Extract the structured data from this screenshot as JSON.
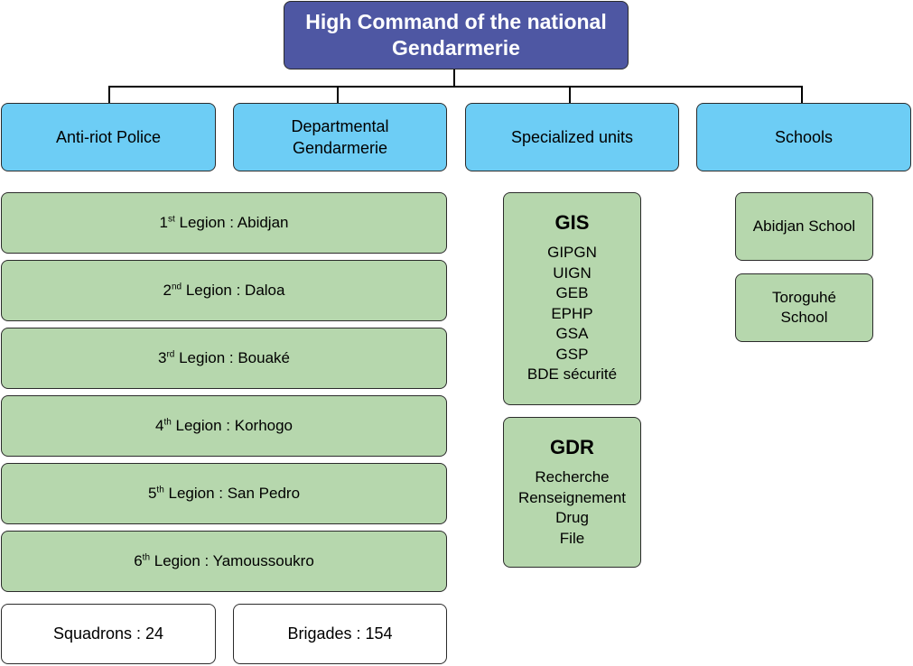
{
  "top": {
    "title": "High Command of the national Gendarmerie"
  },
  "categories": [
    "Anti-riot Police",
    "Departmental Gendarmerie",
    "Specialized units",
    "Schools"
  ],
  "legions": [
    {
      "num": "1",
      "sup": "st",
      "text": " Legion : Abidjan"
    },
    {
      "num": "2",
      "sup": "nd",
      "text": " Legion : Daloa"
    },
    {
      "num": "3",
      "sup": "rd",
      "text": " Legion : Bouaké"
    },
    {
      "num": "4",
      "sup": "th",
      "text": " Legion : Korhogo"
    },
    {
      "num": "5",
      "sup": "th",
      "text": " Legion : San Pedro"
    },
    {
      "num": "6",
      "sup": "th",
      "text": " Legion : Yamoussoukro"
    }
  ],
  "counts": {
    "squadrons": "Squadrons : 24",
    "brigades": "Brigades : 154"
  },
  "gis": {
    "title": "GIS",
    "items": [
      "GIPGN",
      "UIGN",
      "GEB",
      "EPHP",
      "GSA",
      "GSP",
      "BDE sécurité"
    ]
  },
  "gdr": {
    "title": "GDR",
    "items": [
      "Recherche",
      "Renseignement",
      "Drug",
      "File"
    ]
  },
  "schools": [
    "Abidjan School",
    "Toroguhé School"
  ],
  "colors": {
    "top": "#4e57a3",
    "category": "#6dcdf5",
    "sub": "#b6d7ad",
    "line": "#000000"
  }
}
